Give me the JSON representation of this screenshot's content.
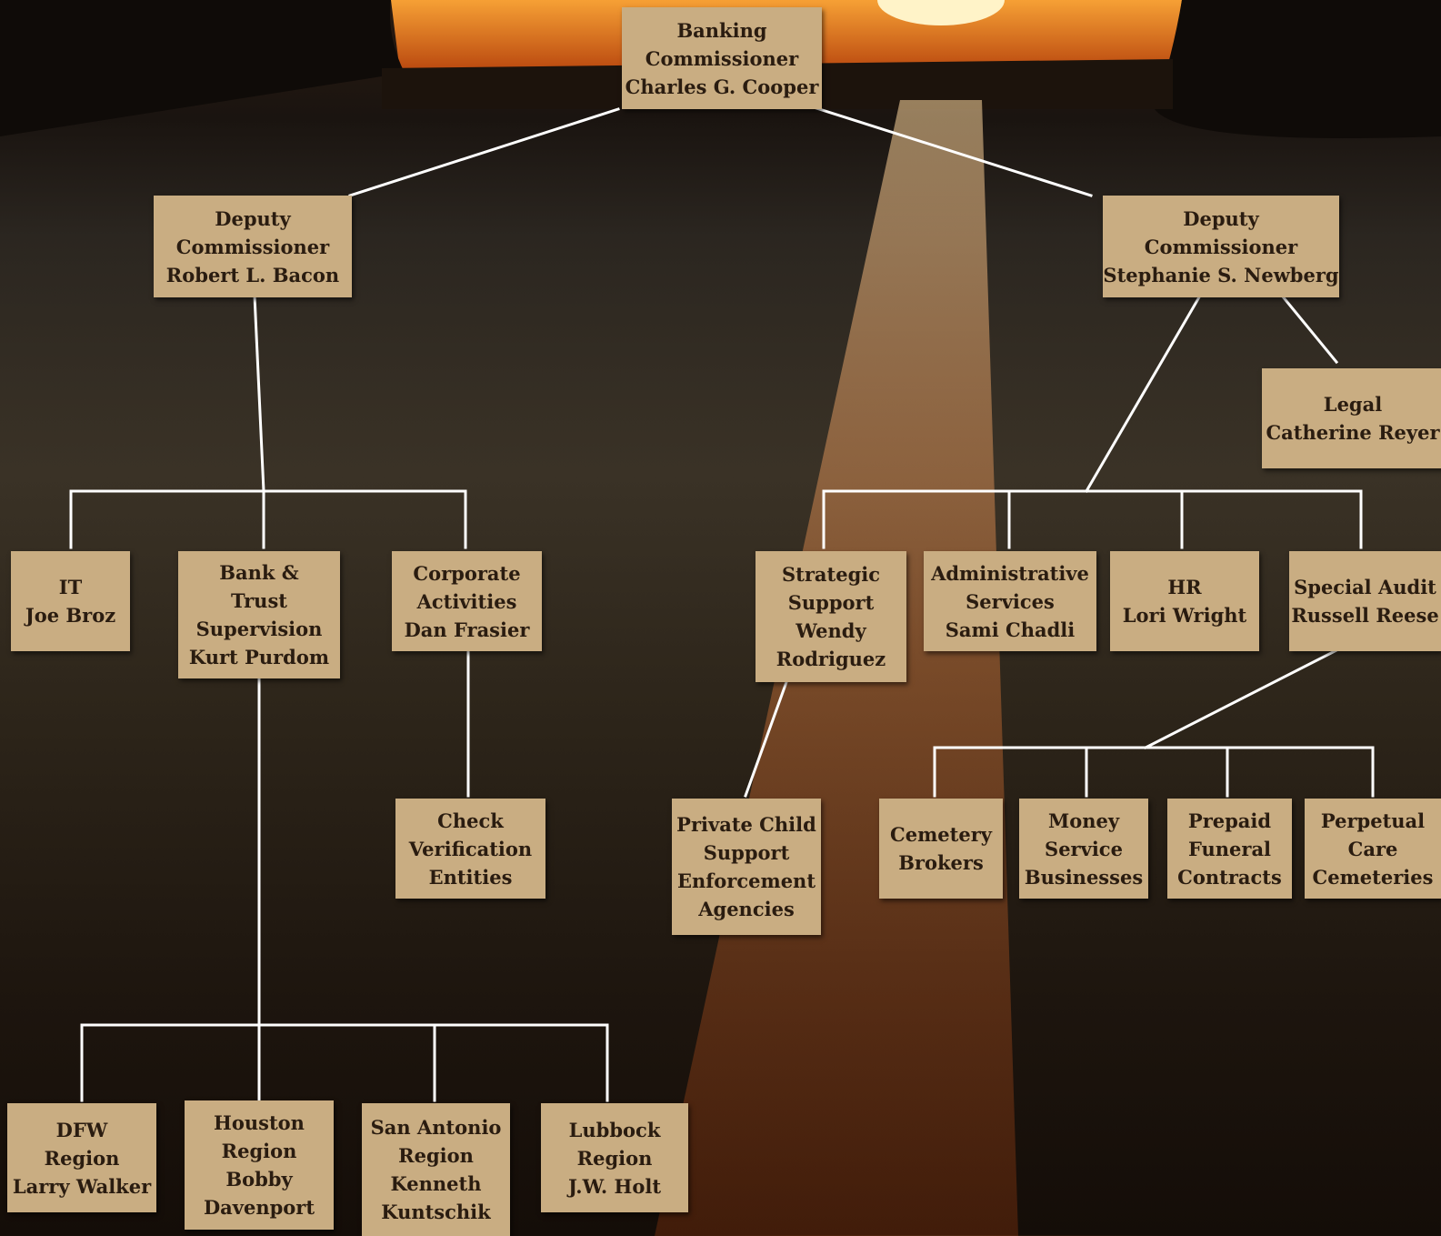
{
  "colors": {
    "box_fill": "#c9ad82",
    "box_text": "#2a1c10",
    "connector": "#ffffff",
    "sun": "#ffb347",
    "water": "#3a3226"
  },
  "nodes": {
    "commissioner": [
      "Banking",
      "Commissioner",
      "Charles G. Cooper"
    ],
    "deputy_bacon": [
      "Deputy",
      "Commissioner",
      "Robert L. Bacon"
    ],
    "deputy_newberg": [
      "Deputy",
      "Commissioner",
      "Stephanie S. Newberg"
    ],
    "legal": [
      "Legal",
      "Catherine Reyer"
    ],
    "it": [
      "IT",
      "Joe Broz"
    ],
    "bank_trust": [
      "Bank &",
      "Trust",
      "Supervision",
      "Kurt Purdom"
    ],
    "corporate": [
      "Corporate",
      "Activities",
      "Dan Frasier"
    ],
    "strategic": [
      "Strategic",
      "Support",
      "Wendy",
      "Rodriguez"
    ],
    "administrative": [
      "Administrative",
      "Services",
      "Sami Chadli"
    ],
    "hr": [
      "HR",
      "Lori Wright"
    ],
    "special_audit": [
      "Special Audit",
      "Russell Reese"
    ],
    "check": [
      "Check",
      "Verification",
      "Entities"
    ],
    "private_child": [
      "Private Child",
      "Support",
      "Enforcement",
      "Agencies"
    ],
    "cemetery": [
      "Cemetery",
      "Brokers"
    ],
    "money": [
      "Money",
      "Service",
      "Businesses"
    ],
    "prepaid": [
      "Prepaid",
      "Funeral",
      "Contracts"
    ],
    "perpetual": [
      "Perpetual",
      "Care",
      "Cemeteries"
    ],
    "dfw": [
      "DFW",
      "Region",
      "Larry Walker"
    ],
    "houston": [
      "Houston",
      "Region",
      "Bobby",
      "Davenport"
    ],
    "san_antonio": [
      "San Antonio",
      "Region",
      "Kenneth",
      "Kuntschik"
    ],
    "lubbock": [
      "Lubbock",
      "Region",
      "J.W. Holt"
    ]
  }
}
